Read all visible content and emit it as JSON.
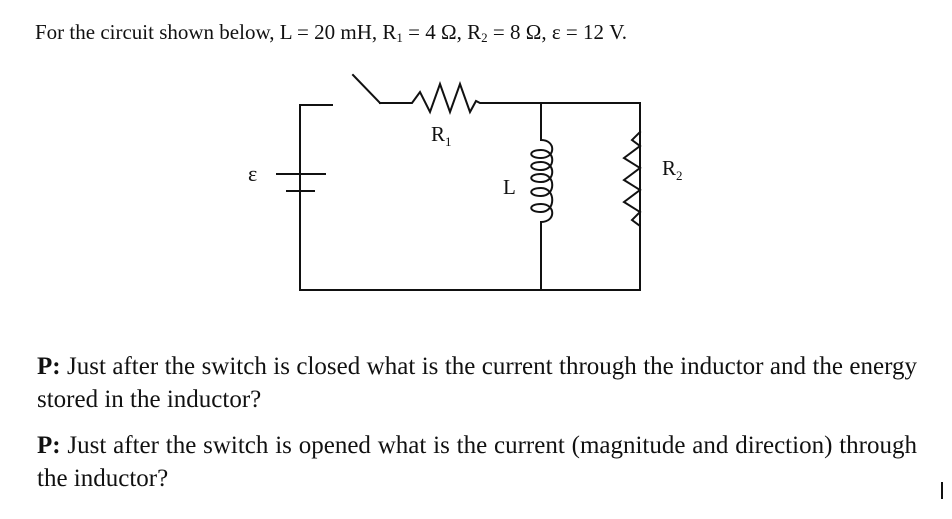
{
  "problem": {
    "intro": "For the circuit shown below, L = 20 mH, R",
    "r1_sub": "1",
    "r1_value": " = 4 Ω, R",
    "r2_sub": "2",
    "r2_value": " = 8 Ω, ε = 12 V."
  },
  "circuit": {
    "emf_label": "ε",
    "r1_label": "R",
    "r1_label_sub": "1",
    "inductor_label": "L",
    "r2_label": "R",
    "r2_label_sub": "2"
  },
  "questions": [
    {
      "tag": "P:",
      "text": " Just after the switch is closed what is the current through the inductor and the energy stored in the inductor?"
    },
    {
      "tag": "P:",
      "text": " Just after the switch is opened what is the current (magnitude and direction) through the inductor?"
    }
  ]
}
